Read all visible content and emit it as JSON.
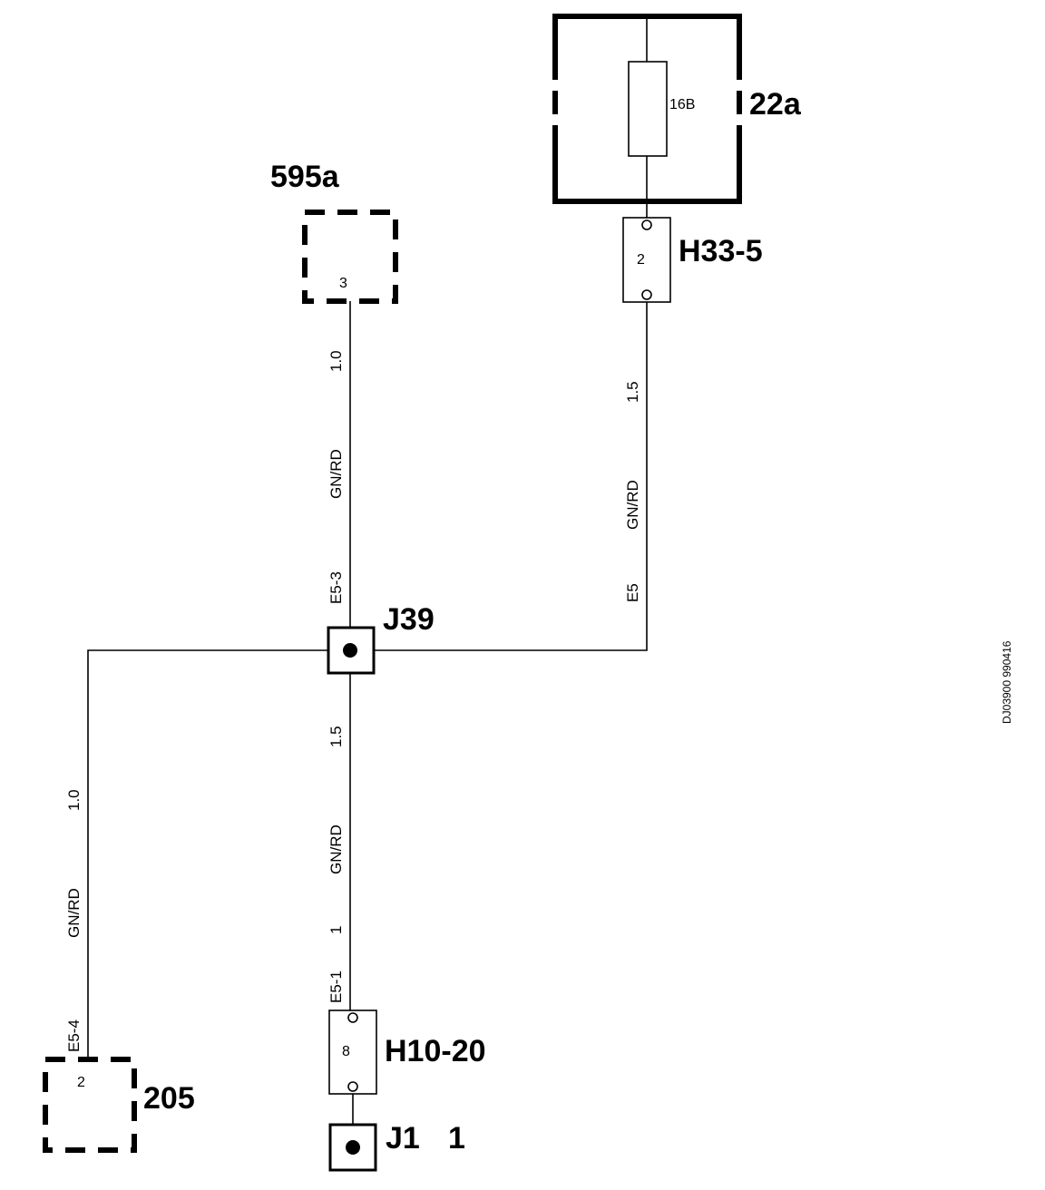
{
  "components": {
    "c22a": {
      "label": "22a",
      "fuse": "16B"
    },
    "h33_5": {
      "label": "H33-5",
      "pin": "2"
    },
    "c595a": {
      "label": "595a",
      "pin": "3"
    },
    "j39": {
      "label": "J39"
    },
    "h10_20": {
      "label": "H10-20",
      "pin": "8"
    },
    "j1": {
      "label": "J1",
      "pin": "1"
    },
    "c205": {
      "label": "205",
      "pin": "2"
    }
  },
  "wires": {
    "w595": {
      "size": "1.0",
      "color": "GN/RD",
      "id": "E5-3"
    },
    "wH33": {
      "size": "1.5",
      "color": "GN/RD",
      "id": "E5"
    },
    "wJ39down": {
      "size": "1.5",
      "color": "GN/RD",
      "num": "1",
      "id": "E5-1"
    },
    "w205": {
      "size": "1.0",
      "color": "GN/RD",
      "id": "E5-4"
    }
  },
  "drawing_code": "DJ03900 990416"
}
